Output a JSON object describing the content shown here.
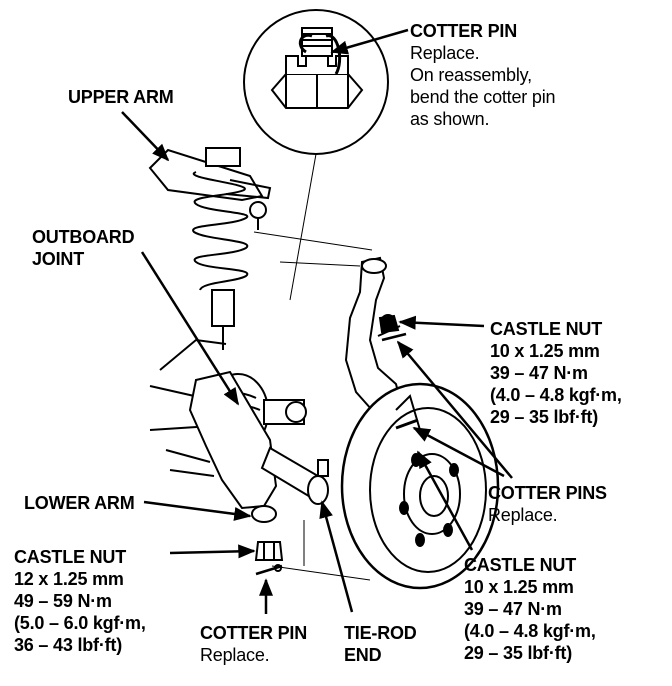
{
  "labels": {
    "cotter_pin_top": {
      "title": "COTTER PIN",
      "lines": [
        "Replace.",
        "On reassembly,",
        "bend the cotter pin",
        "as shown."
      ]
    },
    "upper_arm": {
      "title": "UPPER ARM"
    },
    "outboard_joint": {
      "title_lines": [
        "OUTBOARD",
        "JOINT"
      ]
    },
    "castle_nut_upper_right": {
      "title": "CASTLE NUT",
      "lines": [
        "10 x 1.25 mm",
        "39 – 47 N·m",
        "(4.0 – 4.8 kgf·m,",
        "29 – 35 lbf·ft)"
      ]
    },
    "cotter_pins_right": {
      "title": "COTTER PINS",
      "lines": [
        "Replace."
      ]
    },
    "lower_arm": {
      "title": "LOWER ARM"
    },
    "castle_nut_lower_left": {
      "title": "CASTLE NUT",
      "lines": [
        "12 x 1.25 mm",
        "49 – 59 N·m",
        "(5.0 – 6.0 kgf·m,",
        "36 – 43 lbf·ft)"
      ]
    },
    "cotter_pin_bottom": {
      "title": "COTTER PIN",
      "lines": [
        "Replace."
      ]
    },
    "tie_rod_end": {
      "title_lines": [
        "TIE-ROD",
        "END"
      ]
    },
    "castle_nut_lower_right": {
      "title": "CASTLE NUT",
      "lines": [
        "10 x 1.25 mm",
        "39 – 47 N·m",
        "(4.0 – 4.8 kgf·m,",
        "29 – 35 lbf·ft)"
      ]
    }
  }
}
